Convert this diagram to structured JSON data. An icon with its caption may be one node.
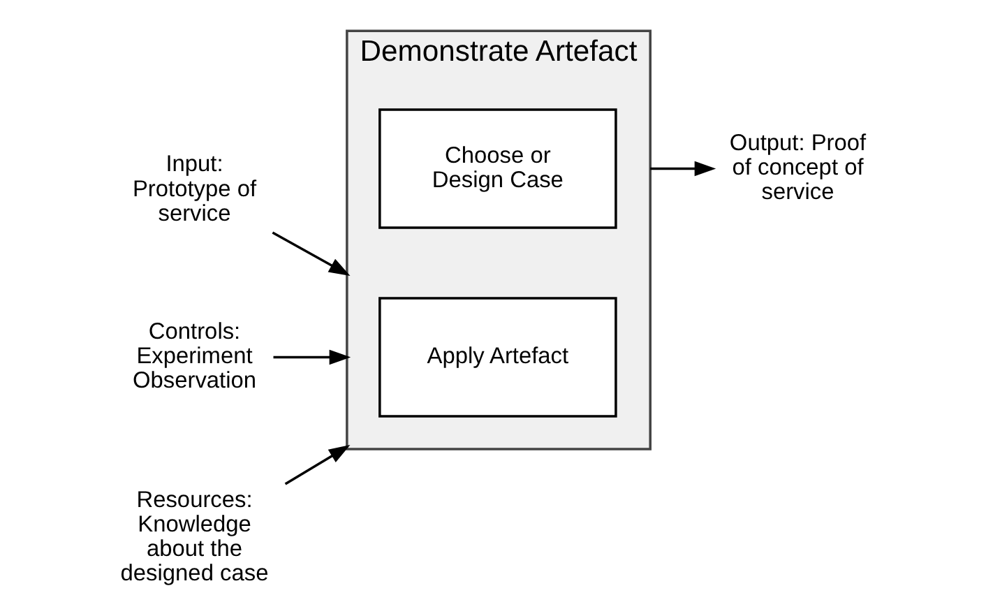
{
  "diagram": {
    "nodes": [
      {
        "text": [
          "Demonstrate Artefact"
        ]
      },
      {
        "text": [
          "Choose or Design Case"
        ],
        "in": 0
      },
      {
        "text": [
          "Apply Artefact"
        ],
        "in": 0
      },
      {
        "text": [
          "Input: Prototype of service"
        ]
      },
      {
        "text": [
          "Controls: Experiment Observation"
        ]
      },
      {
        "text": [
          "Output: Proof of concept of service"
        ]
      },
      {
        "text": [
          "Resources: Knowledge about the designed case"
        ]
      }
    ],
    "edges": [
      {
        "from": 3,
        "to": 0,
        "arrow": "to"
      },
      {
        "from": 4,
        "to": 0,
        "arrow": "to"
      },
      {
        "from": 0,
        "to": 5,
        "arrow": "to"
      },
      {
        "from": 6,
        "to": 0,
        "arrow": "to"
      }
    ]
  }
}
